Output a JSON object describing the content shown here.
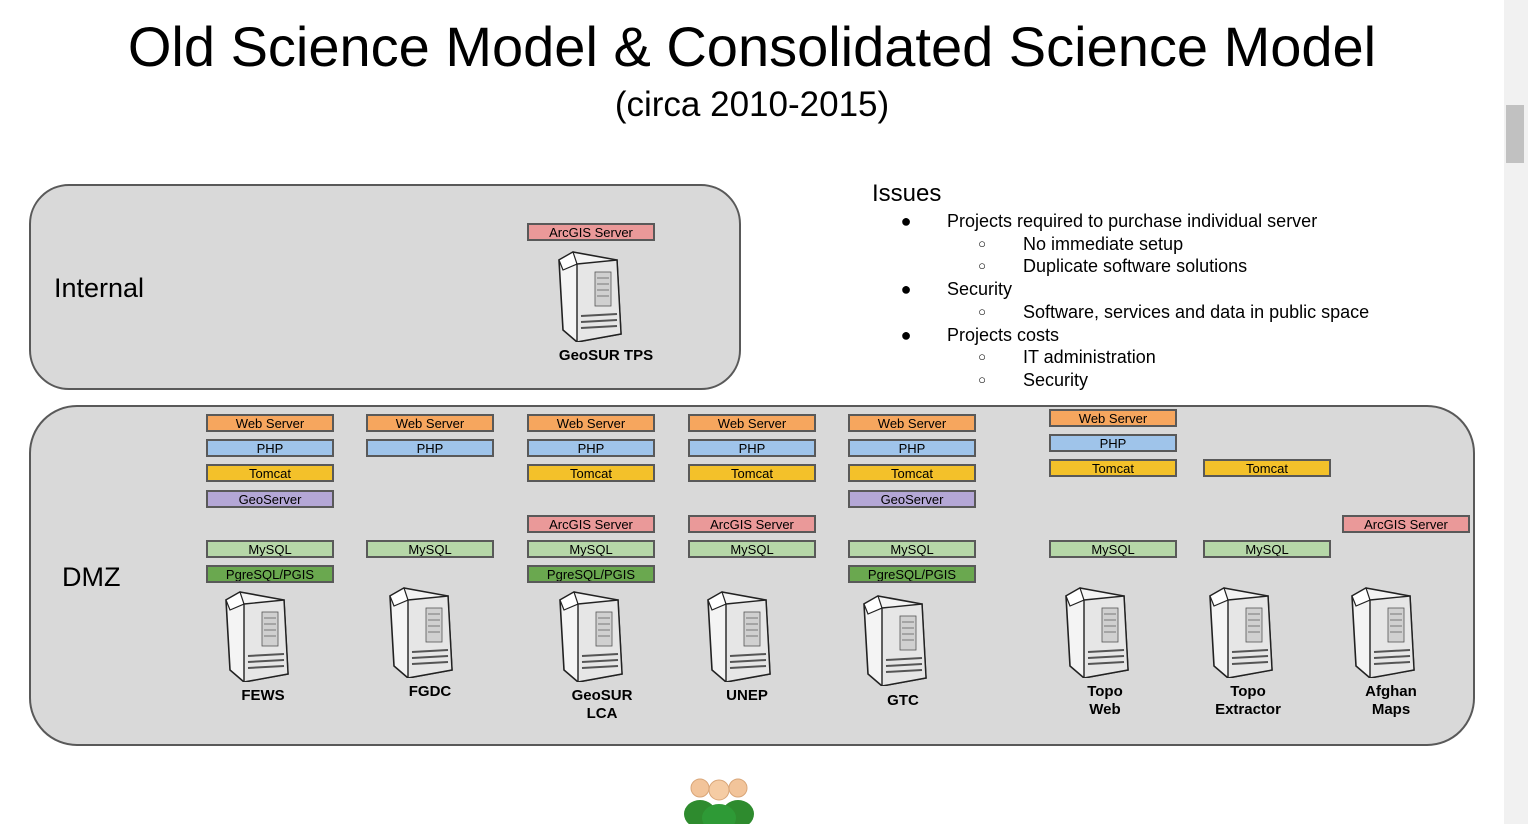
{
  "title": "Old Science Model & Consolidated Science Model",
  "subtitle": "(circa 2010-2015)",
  "colors": {
    "web_server": "#f6a65e",
    "php": "#9fc4ea",
    "tomcat": "#f3c12a",
    "geoserver": "#b4a7d6",
    "arcgis": "#ea9999",
    "mysql": "#b6d7a8",
    "pgsql": "#6aa84f",
    "zone_fill": "#d9d9d9"
  },
  "zones": {
    "internal": {
      "label": "Internal"
    },
    "dmz": {
      "label": "DMZ"
    }
  },
  "internal_server": {
    "name": "GeoSUR TPS",
    "stack": [
      "ArcGIS Server"
    ]
  },
  "dmz_servers": [
    {
      "name": "FEWS",
      "stack": [
        "Web Server",
        "PHP",
        "Tomcat",
        "GeoServer",
        "MySQL",
        "PgreSQL/PGIS"
      ]
    },
    {
      "name": "FGDC",
      "stack": [
        "Web Server",
        "PHP",
        "MySQL"
      ]
    },
    {
      "name": "GeoSUR\nLCA",
      "stack": [
        "Web Server",
        "PHP",
        "Tomcat",
        "ArcGIS Server",
        "MySQL",
        "PgreSQL/PGIS"
      ]
    },
    {
      "name": "UNEP",
      "stack": [
        "Web Server",
        "PHP",
        "Tomcat",
        "ArcGIS Server",
        "MySQL"
      ]
    },
    {
      "name": "GTC",
      "stack": [
        "Web Server",
        "PHP",
        "Tomcat",
        "GeoServer",
        "MySQL",
        "PgreSQL/PGIS"
      ]
    },
    {
      "name": "Topo\nWeb",
      "stack": [
        "Web Server",
        "PHP",
        "Tomcat",
        "MySQL"
      ]
    },
    {
      "name": "Topo\nExtractor",
      "stack": [
        "Tomcat",
        "MySQL"
      ]
    },
    {
      "name": "Afghan\nMaps",
      "stack": [
        "ArcGIS Server"
      ]
    }
  ],
  "issues": {
    "title": "Issues",
    "items": [
      {
        "level": 1,
        "text": "Projects required to purchase individual server"
      },
      {
        "level": 2,
        "text": "No immediate setup"
      },
      {
        "level": 2,
        "text": "Duplicate software solutions"
      },
      {
        "level": 1,
        "text": "Security"
      },
      {
        "level": 2,
        "text": "Software, services and data in public space"
      },
      {
        "level": 1,
        "text": "Projects costs"
      },
      {
        "level": 2,
        "text": "IT administration"
      },
      {
        "level": 2,
        "text": "Security"
      }
    ]
  },
  "icons": {
    "server": "server-tower-icon",
    "people": "people-group-icon",
    "bullet": "bullet-disc-icon",
    "sub_bullet": "bullet-circle-icon"
  }
}
